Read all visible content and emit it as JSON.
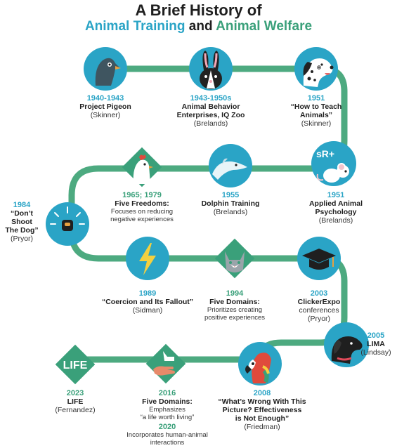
{
  "title": "A Brief History of",
  "subtitle": {
    "part1": "Animal Training",
    "conj": "and",
    "part2": "Animal Welfare"
  },
  "events": [
    {
      "id": "pigeon",
      "year": "1940-1943",
      "name": "Project Pigeon",
      "who": "(Skinner)"
    },
    {
      "id": "abe",
      "year": "1943-1950s",
      "name_l1": "Animal Behavior",
      "name_l2": "Enterprises, IQ Zoo",
      "who": "(Brelands)"
    },
    {
      "id": "teach",
      "year": "1951",
      "name_l1": "“How to Teach",
      "name_l2": "Animals”",
      "who": "(Skinner)"
    },
    {
      "id": "psych",
      "year": "1951",
      "name_l1": "Applied Animal",
      "name_l2": "Psychology",
      "who": "(Brelands)"
    },
    {
      "id": "dolphin",
      "year": "1955",
      "name": "Dolphin Training",
      "who": "(Brelands)"
    },
    {
      "id": "freedoms",
      "year": "1965; 1979",
      "name": "Five Freedoms:",
      "desc_l1": "Focuses on reducing",
      "desc_l2": "negative experiences"
    },
    {
      "id": "dog",
      "year": "1984",
      "name_l1": "“Don’t Shoot",
      "name_l2": "The Dog”",
      "who": "(Pryor)"
    },
    {
      "id": "coercion",
      "year": "1989",
      "name": "“Coercion and Its Fallout”",
      "who": "(Sidman)"
    },
    {
      "id": "domains94",
      "year": "1994",
      "name": "Five Domains:",
      "desc_l1": "Prioritizes creating",
      "desc_l2": "positive experiences"
    },
    {
      "id": "clicker",
      "year": "2003",
      "name": "ClickerExpo",
      "who_l1": "conferences",
      "who": "(Pryor)"
    },
    {
      "id": "lima",
      "year": "2005",
      "name": "LIMA",
      "who": "(Lindsay)"
    },
    {
      "id": "parrot",
      "year": "2008",
      "name_l1": "“What’s Wrong With This",
      "name_l2": "Picture? Effectiveness",
      "name_l3": "is Not Enough”",
      "who": "(Friedman)"
    },
    {
      "id": "domains16",
      "year": "2016",
      "name": "Five Domains:",
      "desc_l1": "Emphasizes",
      "desc_l2": "“a life worth living”",
      "year2": "2020",
      "desc2_l1": "Incorporates human-animal",
      "desc2_l2": "interactions"
    },
    {
      "id": "life",
      "year": "2023",
      "name": "LIFE",
      "who": "(Fernandez)",
      "badge": "LIFE"
    }
  ],
  "icons": {
    "psych_badge": "sR+"
  },
  "colors": {
    "blue": "#2aa4c6",
    "green": "#3aa07a",
    "path": "#4daa80"
  }
}
